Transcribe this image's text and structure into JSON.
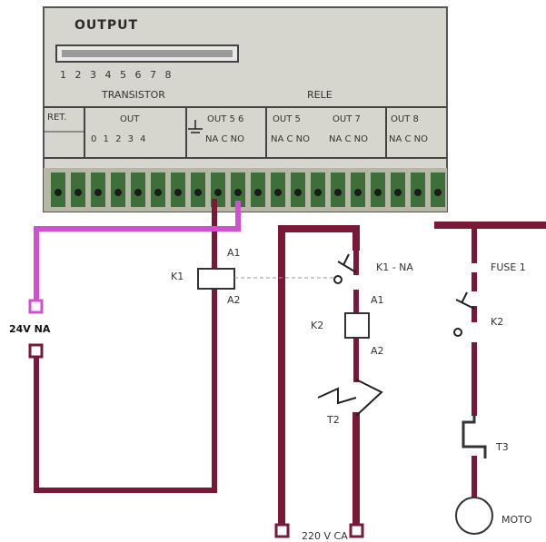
{
  "panel": {
    "output_title": "OUTPUT",
    "output_numbers": "1 2 3 4 5 6 7 8",
    "group_transistor": "TRANSISTOR",
    "group_rele": "RELE",
    "cell_ret": "RET.",
    "cell_out_head": "OUT",
    "cell_out_nums": "0 1 2 3 4",
    "cell_out56": "OUT 5 6",
    "cell_out56_sub": "NA C NO",
    "cell_out5": "OUT 5",
    "cell_out5_sub": "NA C NO",
    "cell_out7": "OUT 7",
    "cell_out7_sub": "NA C NO",
    "cell_out8": "OUT 8",
    "cell_out8_sub": "NA C NO"
  },
  "labels": {
    "k1": "K1",
    "a1_left": "A1",
    "a2_left": "A2",
    "supply": "24V NA",
    "k1_na": "K1 - NA",
    "a1_mid": "A1",
    "k2": "K2",
    "a2_mid": "A2",
    "t2": "T2",
    "bottom": "220 V CA",
    "fuse": "FUSE 1",
    "k2_right": "K2",
    "t3": "T3",
    "motor": "MOTO"
  },
  "colors": {
    "panel": "#d8d8d0",
    "terminal": "#3e6f3a",
    "wire": "#7a1838",
    "wire_24v": "#d14fd1",
    "component": "#ffffff"
  }
}
